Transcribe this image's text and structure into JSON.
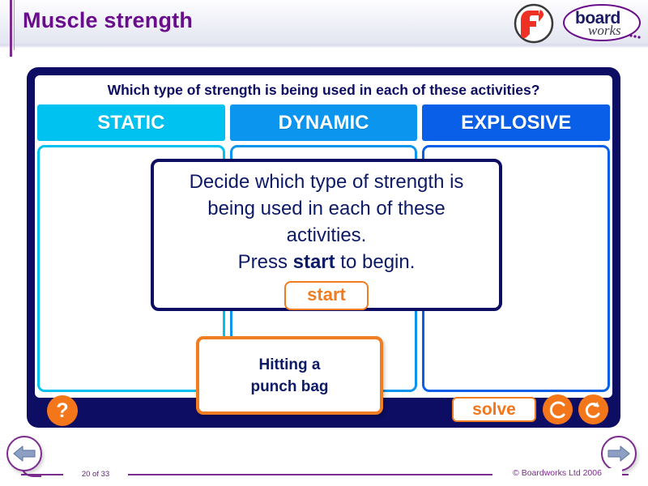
{
  "header": {
    "title": "Muscle strength",
    "flash_logo": "flash-logo",
    "brand": {
      "line1": "board",
      "line2": "works"
    }
  },
  "activity": {
    "question": "Which type of strength is being used in each of these activities?",
    "columns": [
      {
        "label": "STATIC",
        "color": "#00c2f0"
      },
      {
        "label": "DYNAMIC",
        "color": "#0b95ee"
      },
      {
        "label": "EXPLOSIVE",
        "color": "#0a5fe8"
      }
    ],
    "dialog": {
      "line1": "Decide which type of strength is",
      "line2": "being used in each of these",
      "line3": "activities.",
      "line4_pre": "Press ",
      "line4_bold": "start",
      "line4_post": " to begin.",
      "start_label": "start"
    },
    "card": {
      "line1": "Hitting a",
      "line2": "punch bag"
    },
    "toolbar": {
      "help_label": "?",
      "solve_label": "solve",
      "clear_label": "C",
      "undo_label": "undo-arrow-icon"
    }
  },
  "footer": {
    "page_indicator": "20 of 33",
    "copyright": "© Boardworks Ltd 2006",
    "prev_label": "previous-slide",
    "next_label": "next-slide"
  },
  "colors": {
    "navy": "#0d0d63",
    "purple": "#6a0d8c",
    "orange": "#f4761a"
  }
}
